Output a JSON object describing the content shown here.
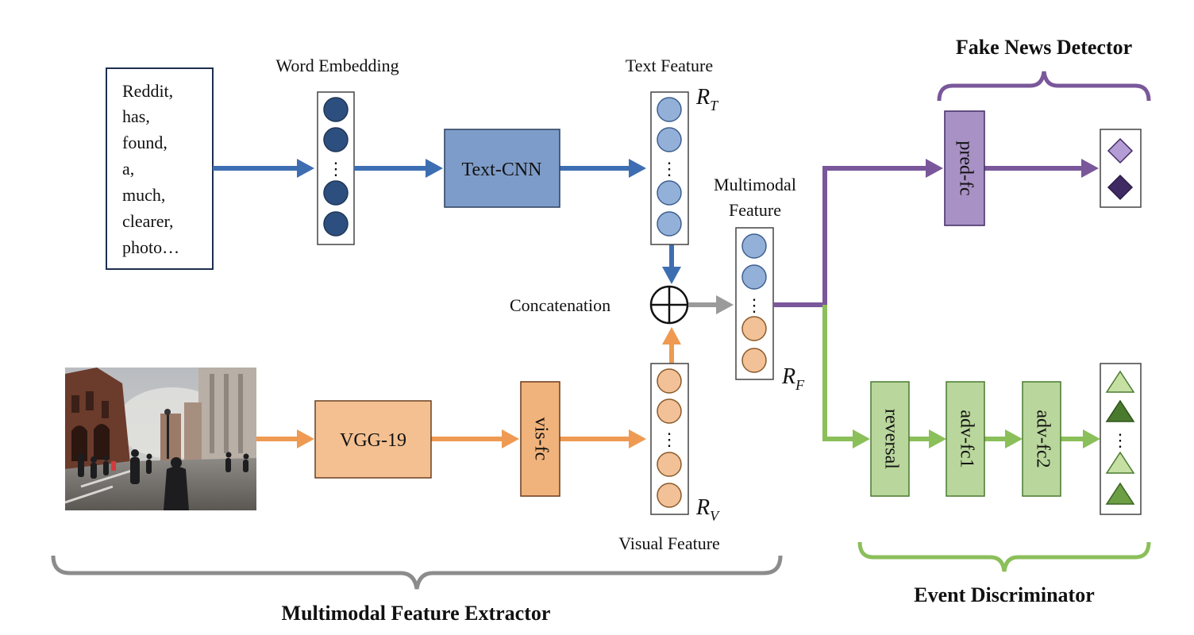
{
  "input_text": {
    "words": [
      "Reddit,",
      "has,",
      "found,",
      "a,",
      "much,",
      "clearer,",
      "photo…"
    ]
  },
  "labels": {
    "word_embedding": "Word Embedding",
    "text_feature": "Text Feature",
    "visual_feature": "Visual Feature",
    "multimodal_feature_line1": "Multimodal",
    "multimodal_feature_line2": "Feature",
    "concatenation": "Concatenation",
    "r_t_base": "R",
    "r_t_sub": "T",
    "r_v_base": "R",
    "r_v_sub": "V",
    "r_f_base": "R",
    "r_f_sub": "F",
    "ellipsis": "⋮"
  },
  "blocks": {
    "text_cnn": "Text-CNN",
    "vgg19": "VGG-19",
    "vis_fc": "vis-fc",
    "pred_fc": "pred-fc",
    "reversal": "reversal",
    "adv_fc1": "adv-fc1",
    "adv_fc2": "adv-fc2"
  },
  "sections": {
    "fake_news_detector": "Fake News Detector",
    "event_discriminator": "Event Discriminator",
    "multimodal_feature_extractor": "Multimodal Feature Extractor"
  },
  "colors": {
    "text_path": "#3e6eb2",
    "visual_path": "#ee9a52",
    "concat_path": "#9a9a9a",
    "detector_path": "#7a579a",
    "discriminator_path": "#8bbf5a",
    "embedding_node": "#2d4f7f",
    "text_feature_node": "#93b1d8",
    "visual_feature_node": "#f2c197",
    "text_cnn_fill": "#7e9cc9",
    "vgg_fill": "#f4c091",
    "vis_fc_fill": "#f1b37c",
    "pred_fc_fill": "#a891c4",
    "green_block_fill": "#b9d69c",
    "brace_gray": "#8c8c8c",
    "output_diamond_light": "#b49cd4",
    "output_diamond_dark": "#3f2a63",
    "output_triangle_light": "#c6e0a4",
    "output_triangle_dark": "#4a7a2e"
  },
  "image": {
    "content": "street-scene-photo"
  }
}
